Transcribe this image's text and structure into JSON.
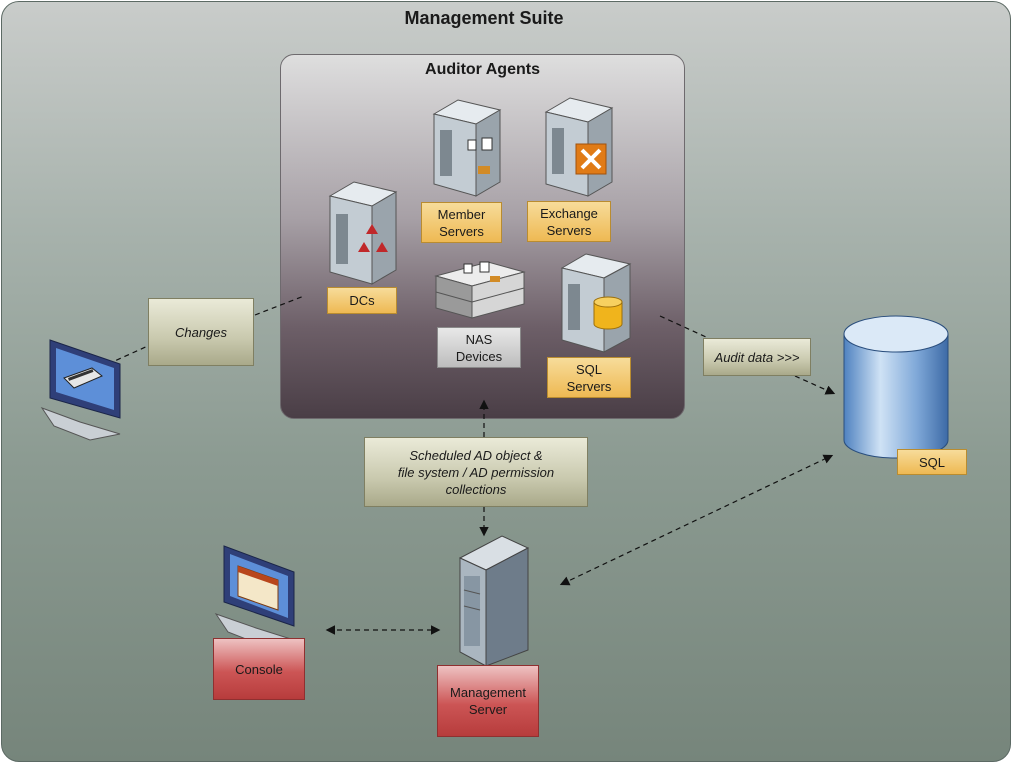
{
  "title": "Management Suite",
  "agents": {
    "title": "Auditor Agents",
    "dcs": "DCs",
    "member_servers": [
      "Member",
      "Servers"
    ],
    "exchange_servers": [
      "Exchange",
      "Servers"
    ],
    "nas_devices": [
      "NAS",
      "Devices"
    ],
    "sql_servers": [
      "SQL",
      "Servers"
    ]
  },
  "notes": {
    "changes": "Changes",
    "audit_data": "Audit data >>>",
    "scheduled": [
      "Scheduled AD object &",
      "file system / AD permission",
      "collections"
    ]
  },
  "sql_db": "SQL",
  "console": "Console",
  "management_server": [
    "Management",
    "Server"
  ],
  "colors": {
    "agent_label": "#eeb953",
    "nas_label": "#c8c8c8",
    "console_label": "#c44b4b",
    "background_top": "#c9ccca",
    "background_bottom": "#76857b"
  }
}
